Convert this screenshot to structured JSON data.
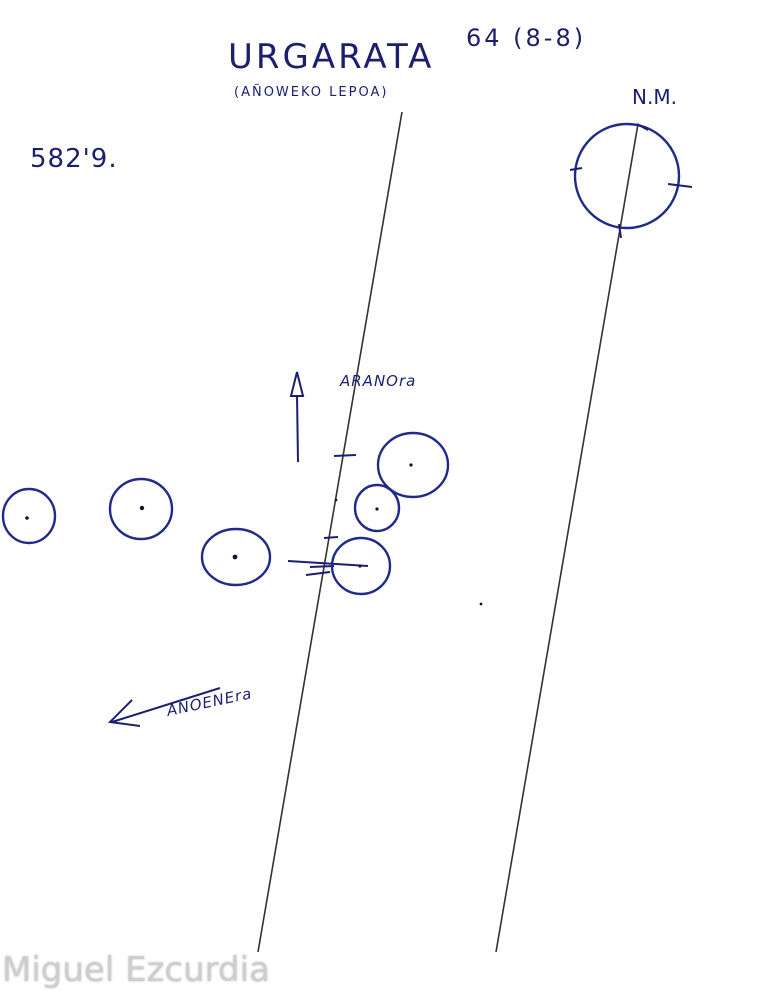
{
  "title": "URGARATA",
  "subtitle": "(AÑOWEKO LEPOA)",
  "reference": "64 (8-8)",
  "number": "582'9.",
  "north_label": "N.M.",
  "direction_up_label": "ARANOra",
  "direction_left_label": "AÑOENEra",
  "watermark": "Miguel Ezcurdia",
  "ink_color": "#1f2a8a"
}
